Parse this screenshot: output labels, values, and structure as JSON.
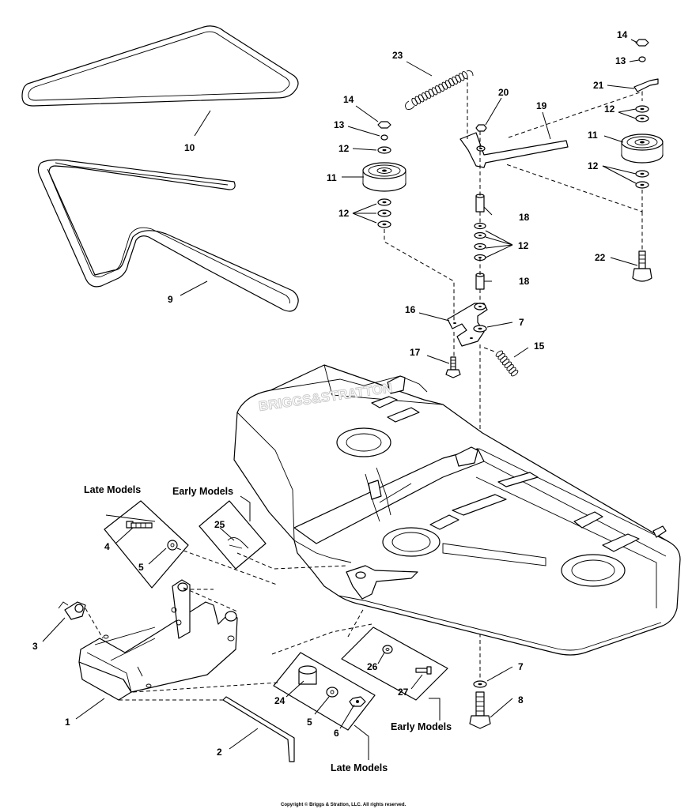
{
  "diagram": {
    "callouts": [
      {
        "id": "belt-10",
        "label": "10"
      },
      {
        "id": "belt-9",
        "label": "9"
      },
      {
        "id": "spring-23",
        "label": "23"
      },
      {
        "id": "nut-14-left",
        "label": "14"
      },
      {
        "id": "lockwasher-13-left",
        "label": "13"
      },
      {
        "id": "washer-12-left-top",
        "label": "12"
      },
      {
        "id": "idler-pulley-11-left",
        "label": "11"
      },
      {
        "id": "washers-12-left-bottom",
        "label": "12"
      },
      {
        "id": "nut-20",
        "label": "20"
      },
      {
        "id": "idler-arm-19",
        "label": "19"
      },
      {
        "id": "spacer-18-top",
        "label": "18"
      },
      {
        "id": "washers-12-center",
        "label": "12"
      },
      {
        "id": "spacer-18-bottom",
        "label": "18"
      },
      {
        "id": "nut-14-right",
        "label": "14"
      },
      {
        "id": "lockwasher-13-right",
        "label": "13"
      },
      {
        "id": "belt-guide-21",
        "label": "21"
      },
      {
        "id": "washers-12-right-top",
        "label": "12"
      },
      {
        "id": "idler-pulley-11-right",
        "label": "11"
      },
      {
        "id": "washers-12-right-bottom",
        "label": "12"
      },
      {
        "id": "bolt-22",
        "label": "22"
      },
      {
        "id": "idler-bracket-16",
        "label": "16"
      },
      {
        "id": "washer-7-top",
        "label": "7"
      },
      {
        "id": "bolt-17",
        "label": "17"
      },
      {
        "id": "spring-15",
        "label": "15"
      },
      {
        "id": "bolt-4",
        "label": "4"
      },
      {
        "id": "washer-5-late-top",
        "label": "5"
      },
      {
        "id": "hairpin-25",
        "label": "25"
      },
      {
        "id": "clip-3",
        "label": "3"
      },
      {
        "id": "hanger-bracket-1",
        "label": "1"
      },
      {
        "id": "rod-2",
        "label": "2"
      },
      {
        "id": "washer-26",
        "label": "26"
      },
      {
        "id": "pin-27",
        "label": "27"
      },
      {
        "id": "bushing-24",
        "label": "24"
      },
      {
        "id": "washer-5-late-bottom",
        "label": "5"
      },
      {
        "id": "nut-6",
        "label": "6"
      },
      {
        "id": "washer-7-bottom",
        "label": "7"
      },
      {
        "id": "bolt-8",
        "label": "8"
      }
    ],
    "group_labels": {
      "late_models_top": "Late Models",
      "early_models_top": "Early Models",
      "early_models_bottom": "Early Models",
      "late_models_bottom": "Late Models"
    },
    "watermark": "BRIGGS&STRATTON",
    "copyright": "Copyright © Briggs & Stratton, LLC. All rights reserved."
  }
}
